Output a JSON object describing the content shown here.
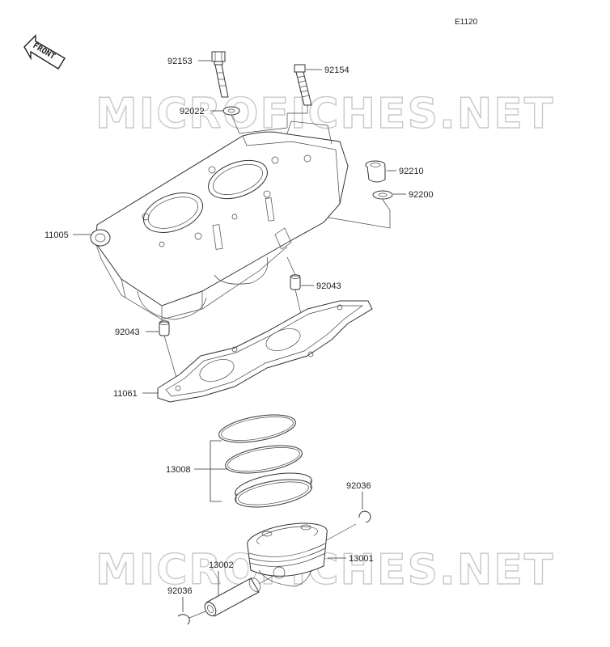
{
  "diagram": {
    "code": "E1120",
    "front_label": "FRONT",
    "watermark": "MICROFICHES.NET",
    "parts": {
      "bolt_a": "92153",
      "bolt_b": "92154",
      "washer_top": "92022",
      "collar": "92210",
      "washer_right": "92200",
      "cylinder": "11005",
      "dowel_right": "92043",
      "dowel_left": "92043",
      "gasket": "11061",
      "ring_set": "13008",
      "circlip_right": "92036",
      "piston": "13001",
      "pin": "13002",
      "circlip_left": "92036"
    }
  }
}
